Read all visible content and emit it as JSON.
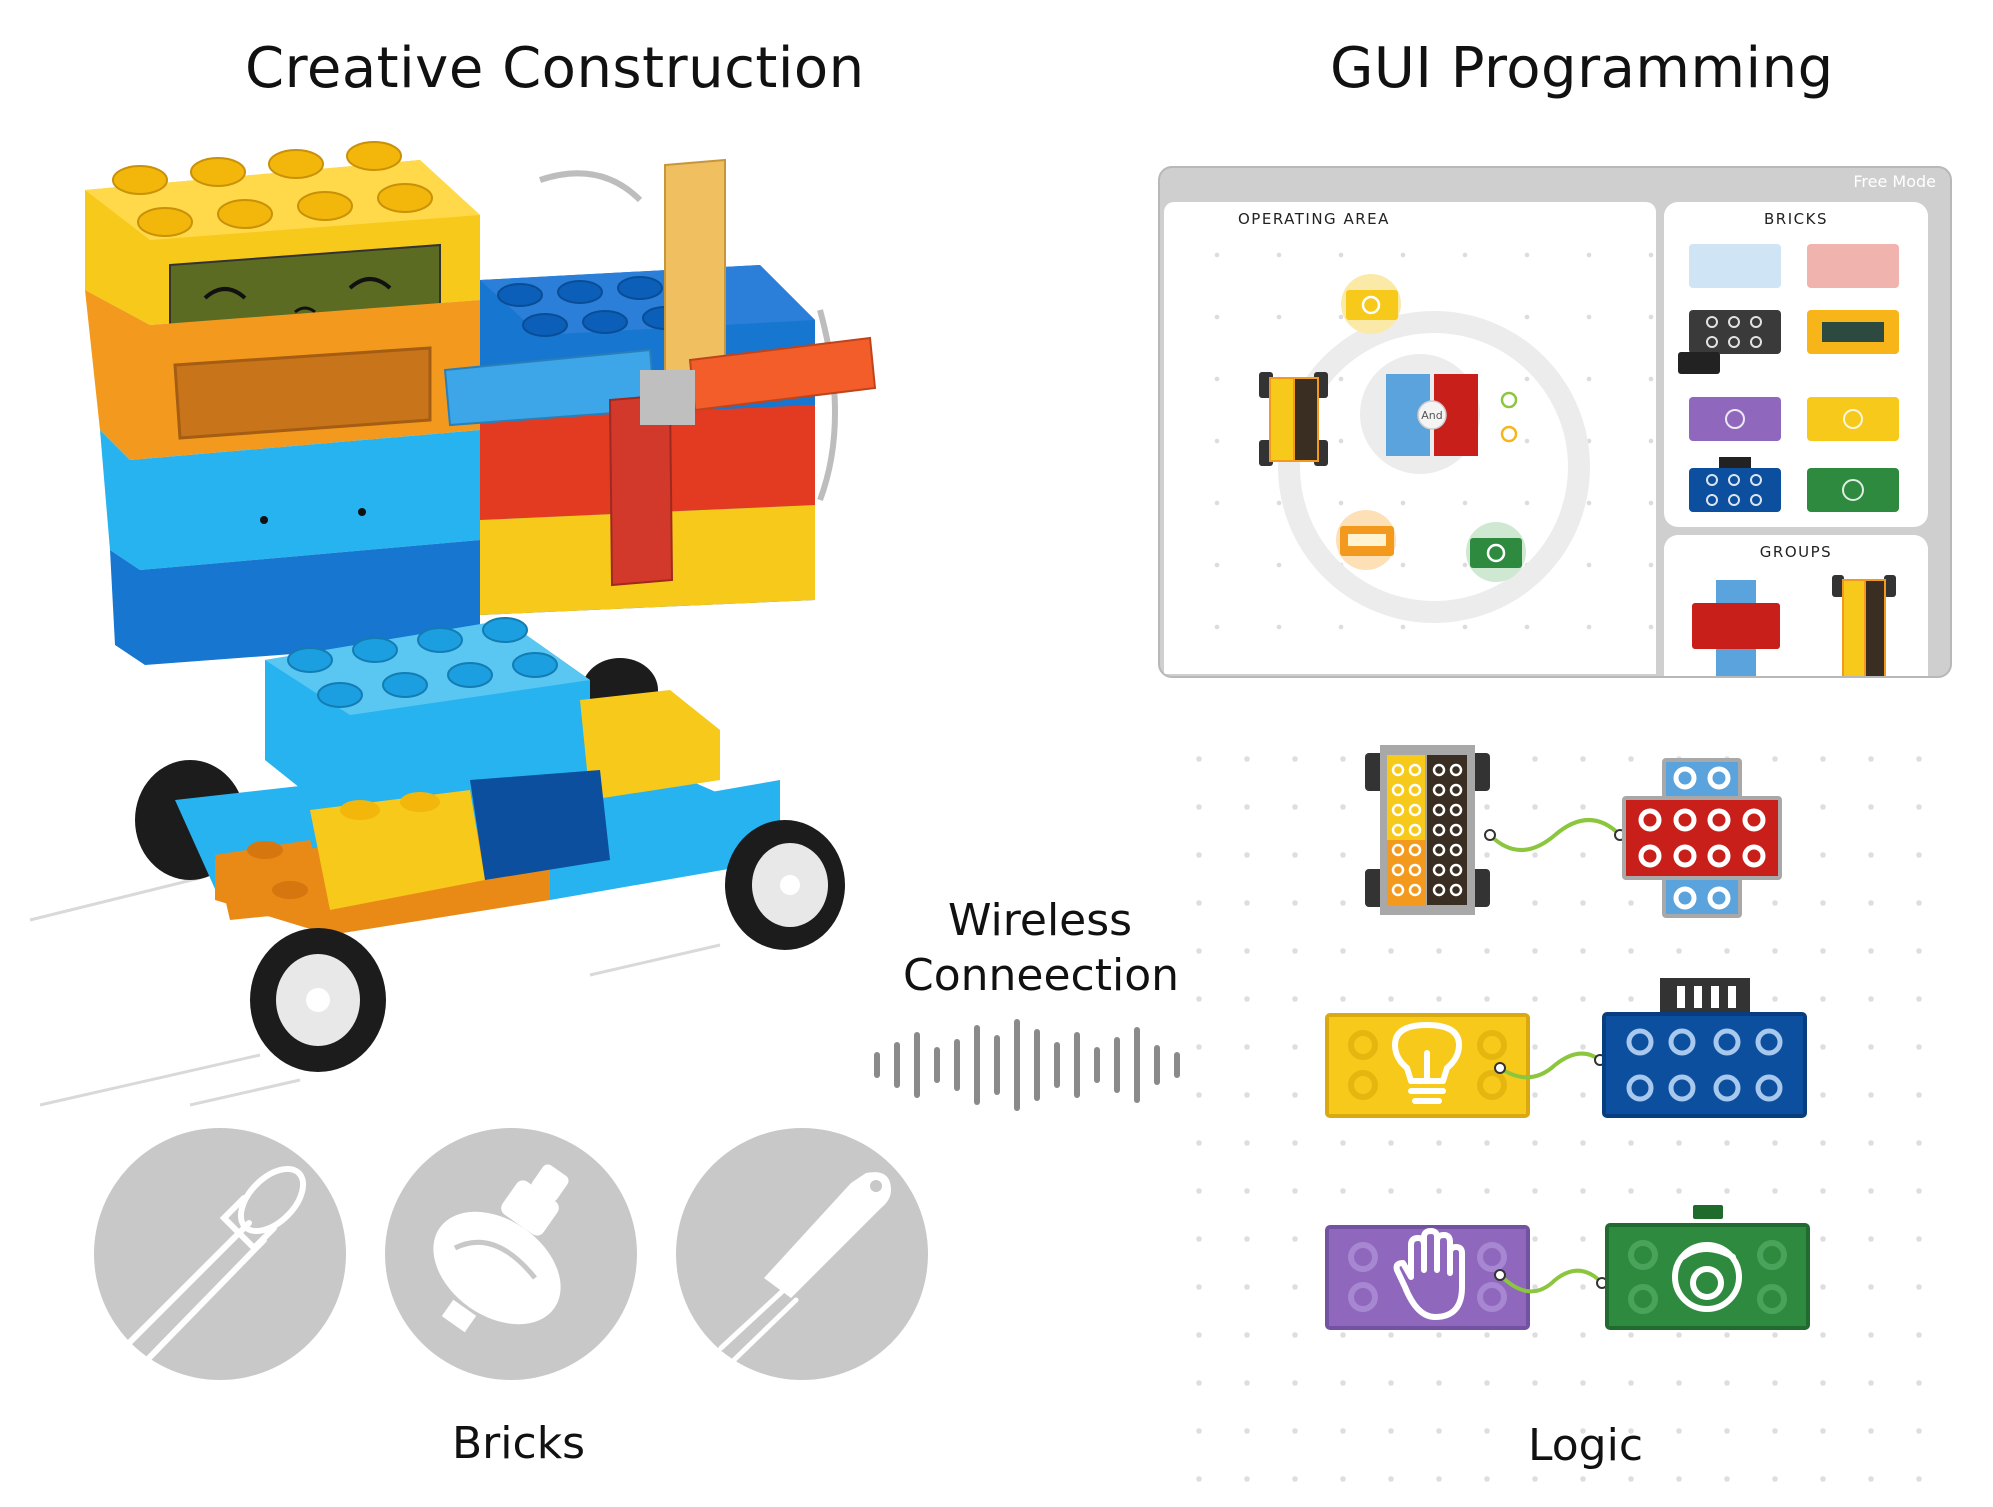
{
  "headings": {
    "left": "Creative Construction",
    "right": "GUI Programming"
  },
  "captions": {
    "bricks": "Bricks",
    "logic": "Logic",
    "wireless_line1": "Wireless",
    "wireless_line2": "Conneection"
  },
  "gui": {
    "mode_label": "Free Mode",
    "operating_area_title": "OPERATING AREA",
    "bricks_panel_title": "BRICKS",
    "groups_panel_title": "GROUPS",
    "and_label": "And"
  },
  "icons": [
    "light-sensor-icon",
    "buzzer-icon",
    "pen-icon",
    "light-bulb-icon",
    "hand-icon",
    "camera-icon",
    "display-icon",
    "signal-wave-icon"
  ],
  "colors": {
    "yellow": "#f7c91a",
    "orange": "#f39a1e",
    "light_blue": "#27b3ef",
    "dark_blue": "#0b4f9e",
    "red": "#d2281e",
    "green": "#2e8a3e",
    "purple": "#8f68bd",
    "wire_green": "#8cc63f",
    "gray_circle": "#c8c8c8"
  }
}
